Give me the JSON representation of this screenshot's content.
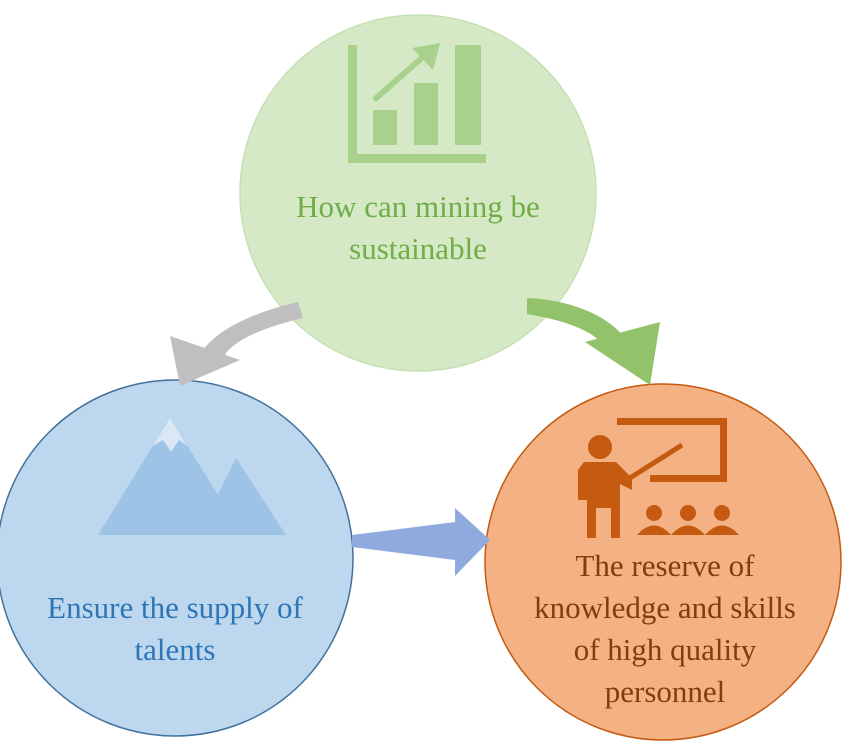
{
  "nodes": {
    "top": {
      "lines": [
        "How can mining be",
        "sustainable"
      ],
      "icon": "rising-bar-chart-icon",
      "fill": "#d6e9c6",
      "stroke": "#a9d18e",
      "text_color": "#70ad47"
    },
    "left": {
      "lines": [
        "Ensure the supply of",
        "talents"
      ],
      "icon": "mountain-icon",
      "fill": "#bdd7ee",
      "stroke": "#41719c",
      "text_color": "#2e75b6"
    },
    "right": {
      "lines": [
        "The reserve of",
        "knowledge and skills",
        "of high quality",
        "personnel"
      ],
      "icon": "teacher-presentation-icon",
      "fill": "#f4b183",
      "stroke": "#c55a11",
      "text_color": "#843c0c"
    }
  },
  "arrows": [
    {
      "from": "top",
      "to": "left",
      "color": "#bfbfbf"
    },
    {
      "from": "top",
      "to": "right",
      "color": "#92c36a"
    },
    {
      "from": "left",
      "to": "right",
      "color": "#8faadc"
    }
  ]
}
